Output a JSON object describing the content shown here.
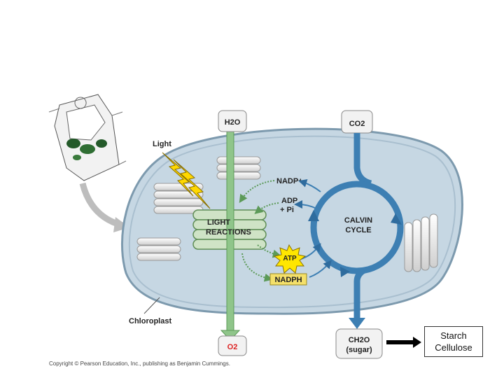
{
  "labels": {
    "h2o": "H2O",
    "co2": "CO2",
    "light": "Light",
    "nadp_plus": "NADP+",
    "adp": "ADP",
    "plus_pi": "+ Pi",
    "light_reactions_1": "LIGHT",
    "light_reactions_2": "REACTIONS",
    "calvin_1": "CALVIN",
    "calvin_2": "CYCLE",
    "atp": "ATP",
    "nadph": "NADPH",
    "chloroplast": "Chloroplast",
    "o2": "O2",
    "ch2o": "CH2O",
    "sugar": "(sugar)"
  },
  "products": {
    "starch": "Starch",
    "cellulose": "Cellulose"
  },
  "copyright": "Copyright © Pearson Education, Inc., publishing as Benjamin Cummings.",
  "colors": {
    "chloroplast_fill": "#c6d7e3",
    "chloroplast_outline": "#7d9aae",
    "water_arrow": "#8fc58a",
    "calvin_blue": "#3d7fb3",
    "nadph_fill": "#f4e06a",
    "atp_fill": "#ffe600",
    "lightning": "#ffd800"
  }
}
